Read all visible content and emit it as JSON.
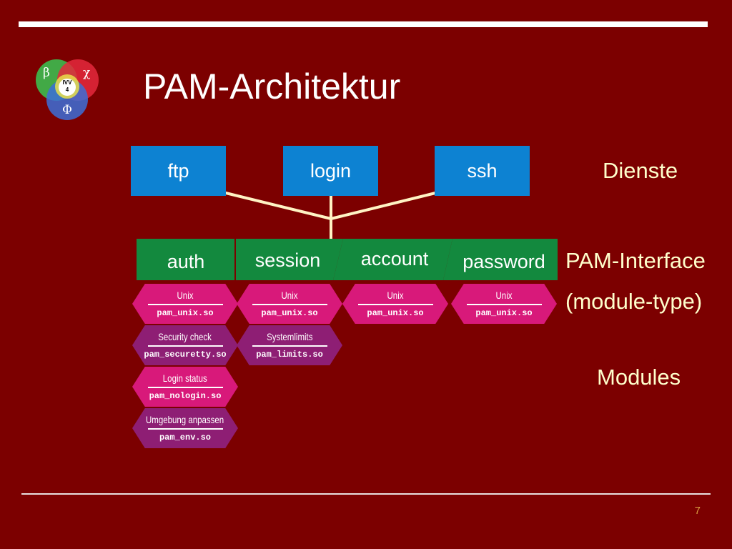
{
  "slide": {
    "title": "PAM-Architektur",
    "page_number": "7",
    "logo": {
      "glyphs": [
        "β",
        "χ",
        "Φ"
      ],
      "text_line1": "IVV",
      "text_line2": "4"
    }
  },
  "services": [
    "ftp",
    "login",
    "ssh"
  ],
  "interfaces": [
    "auth",
    "session",
    "account",
    "password"
  ],
  "modules": {
    "auth": [
      {
        "label": "Unix",
        "file": "pam_unix.so"
      },
      {
        "label": "Security check",
        "file": "pam_securetty.so"
      },
      {
        "label": "Login status",
        "file": "pam_nologin.so"
      },
      {
        "label": "Umgebung anpassen",
        "file": "pam_env.so"
      }
    ],
    "session": [
      {
        "label": "Unix",
        "file": "pam_unix.so"
      },
      {
        "label": "Systemlimits",
        "file": "pam_limits.so"
      }
    ],
    "account": [
      {
        "label": "Unix",
        "file": "pam_unix.so"
      }
    ],
    "password": [
      {
        "label": "Unix",
        "file": "pam_unix.so"
      }
    ]
  },
  "side_labels": {
    "dienste": "Dienste",
    "pam_interface": "PAM-Interface",
    "module_type": "(module-type)",
    "modules": "Modules"
  },
  "colors": {
    "background": "#7c0000",
    "service_box": "#0d82d2",
    "interface_green": "#13893e",
    "module_pink": "#d8197a",
    "module_purple": "#8e1e74",
    "side_label": "#ffffcc",
    "connector": "#fff3c4"
  }
}
